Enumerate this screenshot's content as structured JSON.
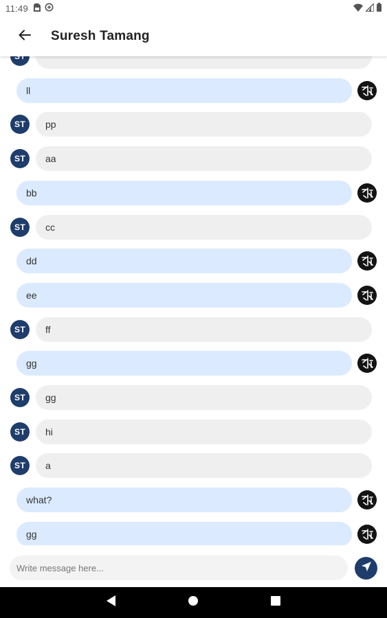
{
  "status_bar": {
    "time": "11:49",
    "icons": [
      "sim-card-icon",
      "data-saver-icon",
      "wifi-icon",
      "signal-icon",
      "battery-icon"
    ]
  },
  "header": {
    "back_icon": "arrow-back-icon",
    "title": "Suresh Tamang"
  },
  "contact": {
    "initials": "ST",
    "color": "#1f3d6b"
  },
  "messages": [
    {
      "from": "contact",
      "text": ""
    },
    {
      "from": "me",
      "text": "ll"
    },
    {
      "from": "contact",
      "text": "pp"
    },
    {
      "from": "contact",
      "text": "aa"
    },
    {
      "from": "me",
      "text": "bb"
    },
    {
      "from": "contact",
      "text": "cc"
    },
    {
      "from": "me",
      "text": "dd"
    },
    {
      "from": "me",
      "text": "ee"
    },
    {
      "from": "contact",
      "text": "ff"
    },
    {
      "from": "me",
      "text": "gg"
    },
    {
      "from": "contact",
      "text": "gg"
    },
    {
      "from": "contact",
      "text": "hi"
    },
    {
      "from": "contact",
      "text": "a"
    },
    {
      "from": "me",
      "text": "what?"
    },
    {
      "from": "me",
      "text": "gg"
    }
  ],
  "composer": {
    "placeholder": "Write message here...",
    "value": "",
    "send_icon": "send-icon"
  },
  "nav_bar": {
    "icons": [
      "back-triangle-icon",
      "home-circle-icon",
      "recents-square-icon"
    ]
  },
  "colors": {
    "incoming_bubble": "#efefef",
    "outgoing_bubble": "#dbeafe",
    "accent": "#1f3d6b"
  }
}
